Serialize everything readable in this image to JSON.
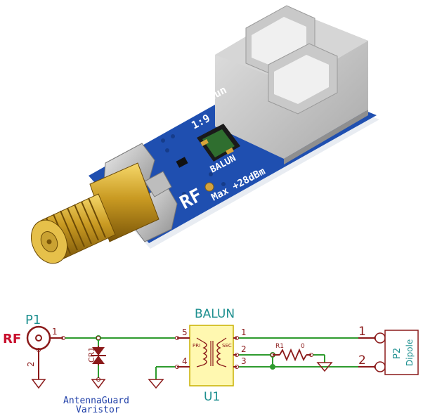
{
  "board": {
    "title": "Antenna Balun",
    "ratio": "1:9",
    "balun_label": "BALUN",
    "rf_label": "RF",
    "max_label": "Max +28dBm"
  },
  "schematic": {
    "p1_ref": "P1",
    "rf_label": "RF",
    "p1_pin1": "1",
    "p1_pin2": "2",
    "cr1_ref": "CR1",
    "varistor_line1": "AntennaGuard",
    "varistor_line2": "Varistor",
    "balun_title": "BALUN",
    "u1_ref": "U1",
    "pri_label": "PRI",
    "sec_label": "SEC",
    "pin5": "5",
    "pin4": "4",
    "pin1": "1",
    "pin2": "2",
    "pin3": "3",
    "r1_ref": "R1",
    "r1_value": "0",
    "p2_pin1": "1",
    "p2_pin2": "2",
    "p2_ref": "P2",
    "p2_name": "Dipole"
  },
  "colors": {
    "wire": "#2e9b2e",
    "component": "#8b1a1a",
    "label_teal": "#1d8f8f",
    "label_blue": "#1f3fa8",
    "rf_red": "#c8102e",
    "chip_fill": "#fff8b0",
    "pcb_blue": "#1f4fb0"
  }
}
